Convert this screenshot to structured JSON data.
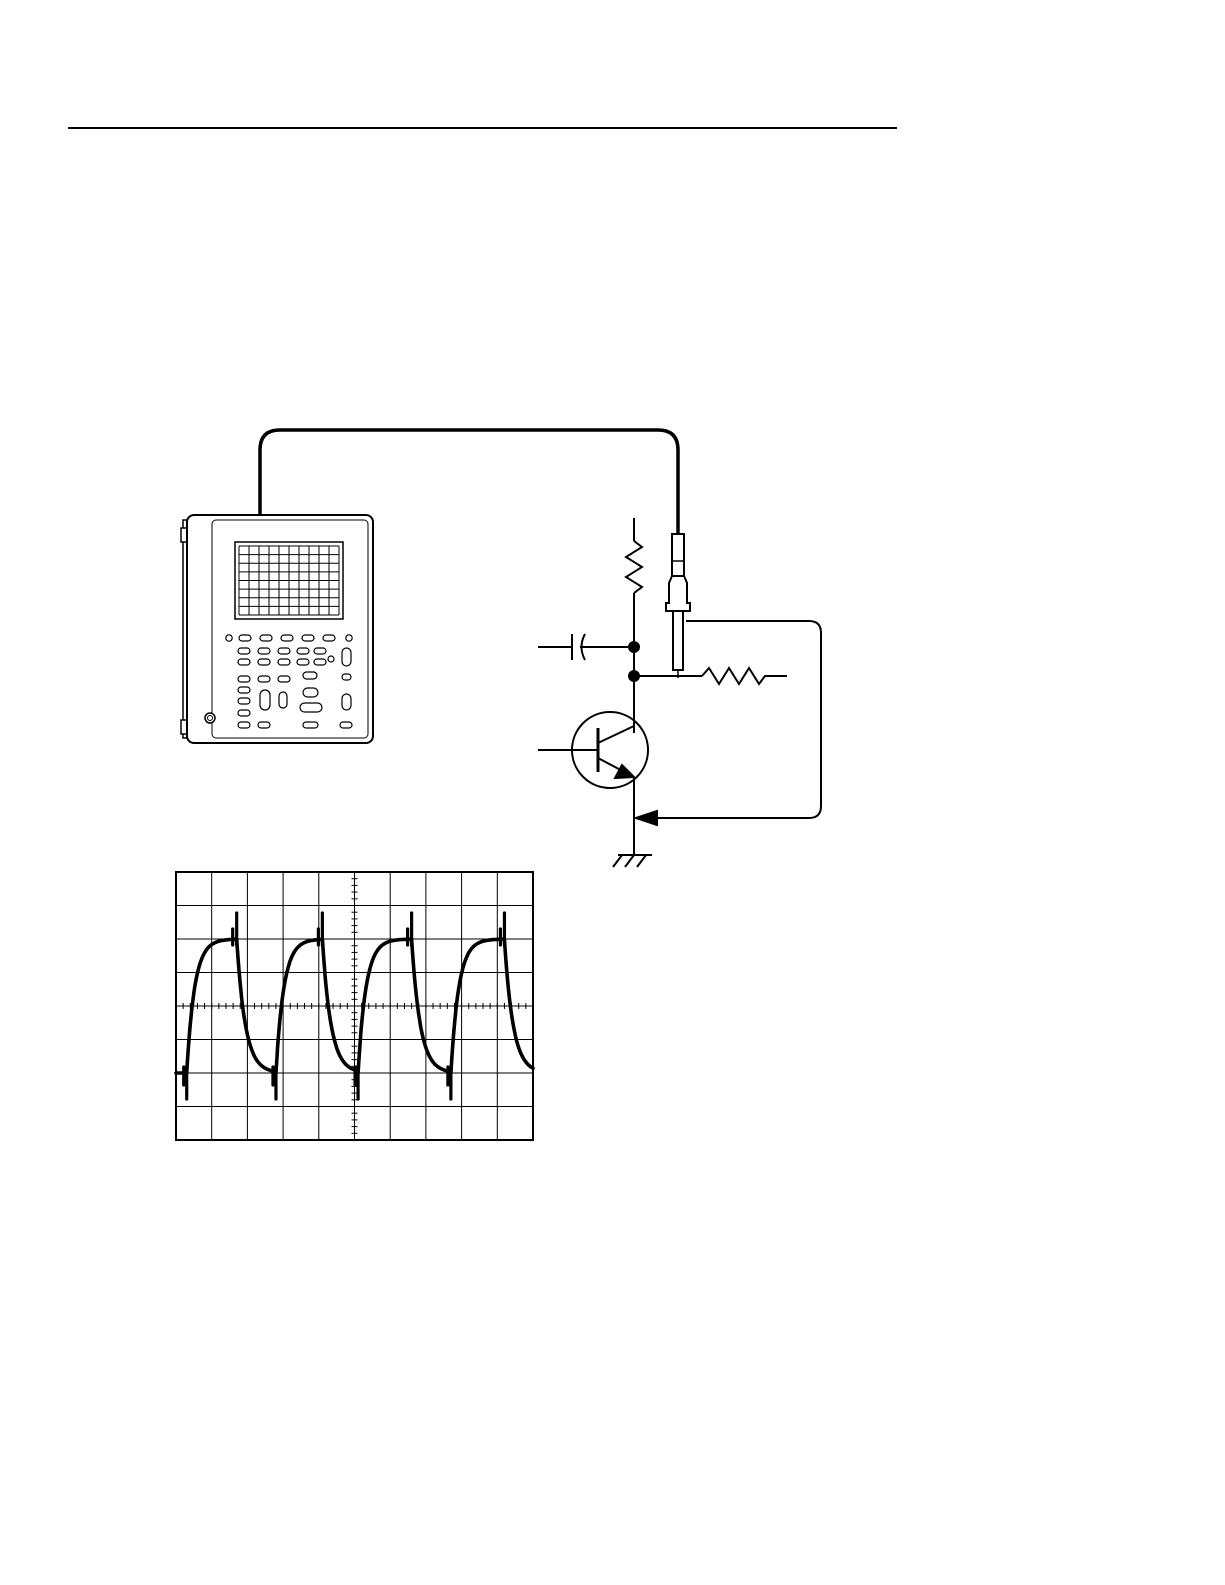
{
  "colors": {
    "ink": "#000000",
    "paper": "#ffffff"
  },
  "figure": {
    "scope": {
      "graticule_divisions": {
        "horizontal": 10,
        "vertical": 8
      }
    },
    "waveform": {
      "cycles": 4,
      "levels": {
        "low_div": -2.0,
        "high_div": 2.0
      },
      "rise_start_div": [
        0.3,
        2.8,
        5.1,
        7.7
      ],
      "fall_start_div": [
        1.7,
        4.1,
        6.6,
        9.2
      ]
    }
  }
}
